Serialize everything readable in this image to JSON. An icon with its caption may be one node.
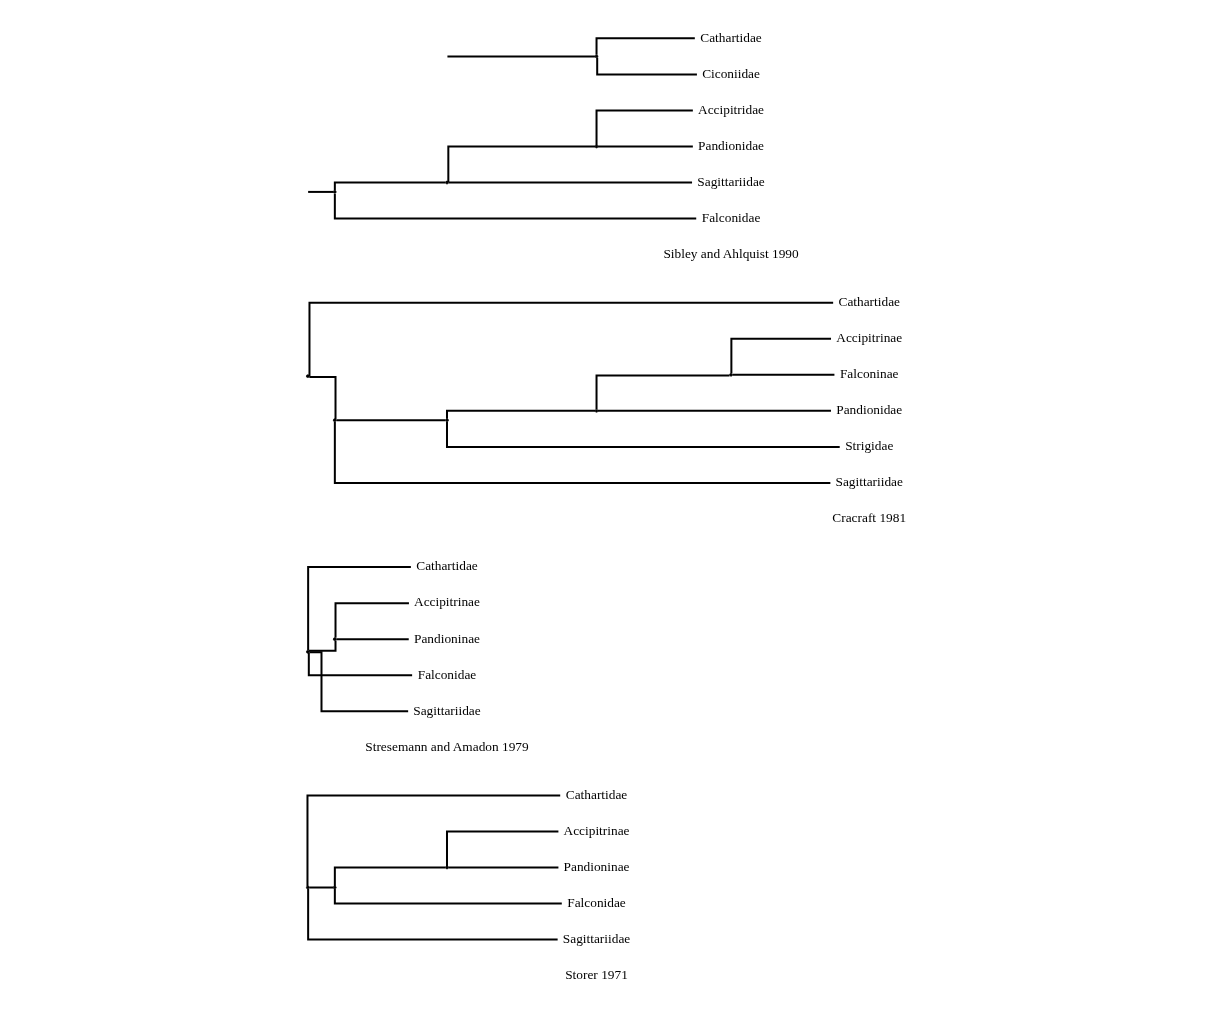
{
  "diagram": {
    "nodes": [
      {
        "text": [],
        "shape": "point"
      },
      {
        "text": [
          "Cathartidae"
        ]
      },
      {
        "text": [],
        "shape": "point"
      },
      {
        "text": [],
        "shape": "point"
      },
      {
        "text": [
          "Accipitrinae"
        ]
      },
      {
        "text": [
          "Pandioninae"
        ]
      },
      {
        "text": [
          "Falconidae"
        ]
      },
      {
        "text": [
          "Sagittariidae"
        ]
      },
      {
        "text": [],
        "shape": "point"
      },
      {
        "text": [
          "Cathartidae"
        ]
      },
      {
        "text": [],
        "shape": "point"
      },
      {
        "text": [
          "Accipitrinae"
        ]
      },
      {
        "text": [
          "Pandioninae"
        ]
      },
      {
        "text": [
          "Falconidae"
        ]
      },
      {
        "text": [
          "Sagittariidae"
        ]
      },
      {
        "text": [],
        "shape": "point"
      },
      {
        "text": [
          "Cathartidae"
        ]
      },
      {
        "text": [],
        "shape": "point"
      },
      {
        "text": [],
        "shape": "point"
      },
      {
        "text": [],
        "shape": "point"
      },
      {
        "text": [],
        "shape": "point"
      },
      {
        "text": [
          "Accipitrinae"
        ]
      },
      {
        "text": [
          "Falconinae"
        ]
      },
      {
        "text": [
          "Pandionidae"
        ]
      },
      {
        "text": [
          "Strigidae"
        ]
      },
      {
        "text": [
          "Sagittariidae"
        ]
      },
      {
        "text": [],
        "shape": "point"
      },
      {
        "text": [
          "Cathartidae"
        ]
      },
      {
        "text": [
          "Ciconiidae"
        ]
      },
      {
        "text": [],
        "shape": "point"
      },
      {
        "text": [],
        "shape": "point"
      },
      {
        "text": [],
        "shape": "point"
      },
      {
        "text": [
          "Accipitridae"
        ]
      },
      {
        "text": [
          "Pandionidae"
        ]
      },
      {
        "text": [
          "Sagittariidae"
        ]
      },
      {
        "text": [
          "Falconidae"
        ]
      }
    ],
    "edges": [
      {
        "from": 0,
        "to": 1,
        "arrow": "none"
      },
      {
        "from": 0,
        "to": 2,
        "arrow": "none"
      },
      {
        "from": 0,
        "to": 7,
        "arrow": "none"
      },
      {
        "from": 2,
        "to": 3,
        "arrow": "none"
      },
      {
        "from": 2,
        "to": 6,
        "arrow": "none"
      },
      {
        "from": 3,
        "to": 4,
        "arrow": "none"
      },
      {
        "from": 3,
        "to": 5,
        "arrow": "none"
      },
      {
        "from": 8,
        "to": 9,
        "arrow": "none"
      },
      {
        "from": 8,
        "to": 10,
        "arrow": "none"
      },
      {
        "from": 8,
        "to": 13,
        "arrow": "none"
      },
      {
        "from": 8,
        "to": 14,
        "arrow": "none"
      },
      {
        "from": 10,
        "to": 11,
        "arrow": "none"
      },
      {
        "from": 10,
        "to": 12,
        "arrow": "none"
      },
      {
        "from": 15,
        "to": 16,
        "arrow": "none"
      },
      {
        "from": 15,
        "to": 17,
        "arrow": "none"
      },
      {
        "from": 17,
        "to": 18,
        "arrow": "none"
      },
      {
        "from": 17,
        "to": 25,
        "arrow": "none"
      },
      {
        "from": 18,
        "to": 19,
        "arrow": "none"
      },
      {
        "from": 18,
        "to": 24,
        "arrow": "none"
      },
      {
        "from": 19,
        "to": 20,
        "arrow": "none"
      },
      {
        "from": 19,
        "to": 23,
        "arrow": "none"
      },
      {
        "from": 20,
        "to": 21,
        "arrow": "none"
      },
      {
        "from": 20,
        "to": 22,
        "arrow": "none"
      },
      {
        "from": null,
        "to": 26,
        "arrow": "none"
      },
      {
        "from": 26,
        "to": 27,
        "arrow": "none"
      },
      {
        "from": 26,
        "to": 28,
        "arrow": "none"
      },
      {
        "from": null,
        "to": 29,
        "arrow": "none"
      },
      {
        "from": 29,
        "to": 30,
        "arrow": "none"
      },
      {
        "from": 29,
        "to": 35,
        "arrow": "none"
      },
      {
        "from": 30,
        "to": 31,
        "arrow": "none"
      },
      {
        "from": 30,
        "to": 34,
        "arrow": "none"
      },
      {
        "from": 31,
        "to": 32,
        "arrow": "none"
      },
      {
        "from": 31,
        "to": 33,
        "arrow": "none"
      }
    ],
    "labels": [
      "Storer 1971",
      "Stresemann and Amadon 1979",
      "Cracraft 1981",
      "Sibley and Ahlquist 1990"
    ]
  }
}
